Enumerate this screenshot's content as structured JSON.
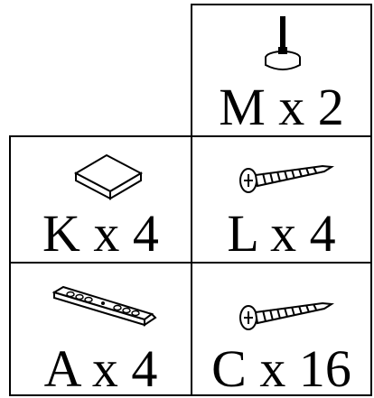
{
  "parts": [
    {
      "id": "M",
      "label": "M x 2",
      "icon": "leveling-foot-icon"
    },
    {
      "id": "K",
      "label": "K x 4",
      "icon": "square-pad-icon"
    },
    {
      "id": "L",
      "label": "L x 4",
      "icon": "screw-icon"
    },
    {
      "id": "A",
      "label": "A x 4",
      "icon": "mounting-bracket-icon"
    },
    {
      "id": "C",
      "label": "C x 16",
      "icon": "screw-icon"
    }
  ]
}
